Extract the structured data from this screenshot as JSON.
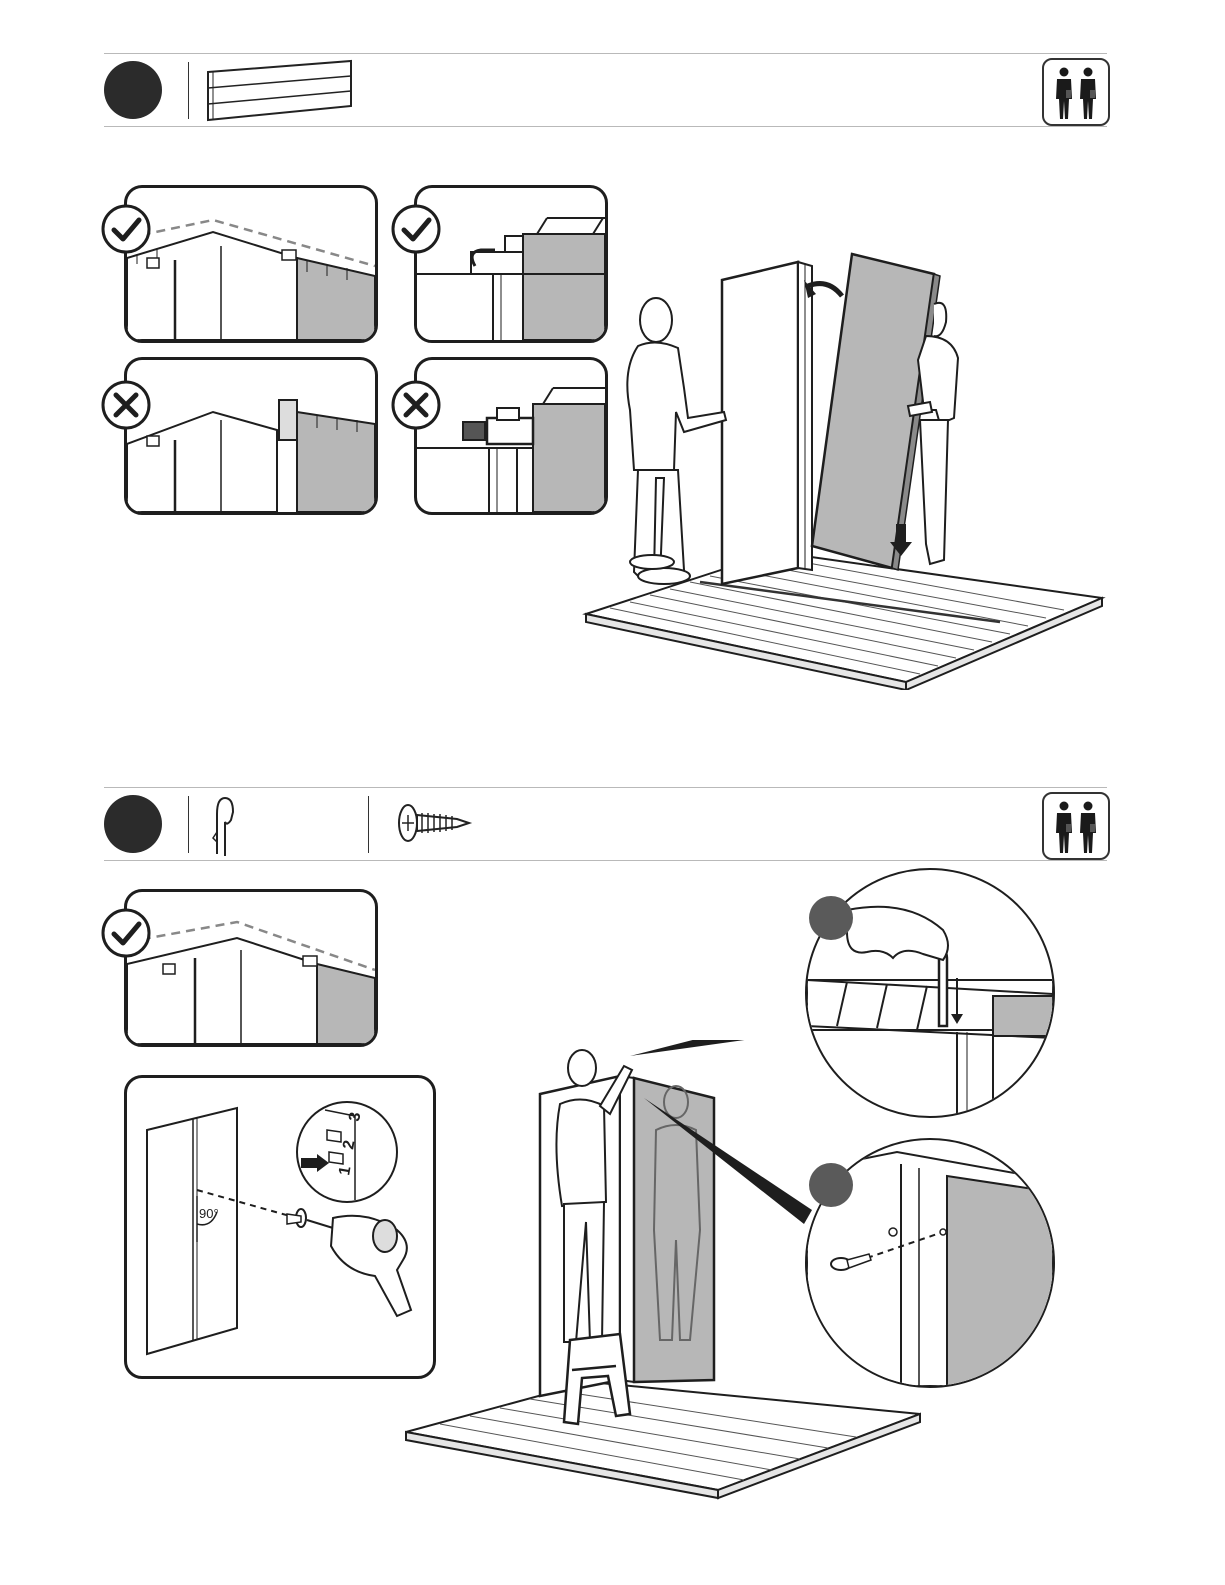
{
  "step1": {
    "part_icon": "wall-panel-icon",
    "people_icon": "two-persons-icon"
  },
  "step2": {
    "part_icons": [
      "clip-icon",
      "screw-icon"
    ],
    "people_icon": "two-persons-icon",
    "detail_dial": {
      "numbers": [
        "1",
        "2",
        "3"
      ]
    },
    "angle_label": "90°"
  },
  "colors": {
    "ink": "#1e1e1e",
    "panel_grey": "#b7b7b7",
    "step_dot": "#2b2b2b",
    "sub_dot": "#5a5a5a",
    "rule": "#b9b9b9"
  }
}
